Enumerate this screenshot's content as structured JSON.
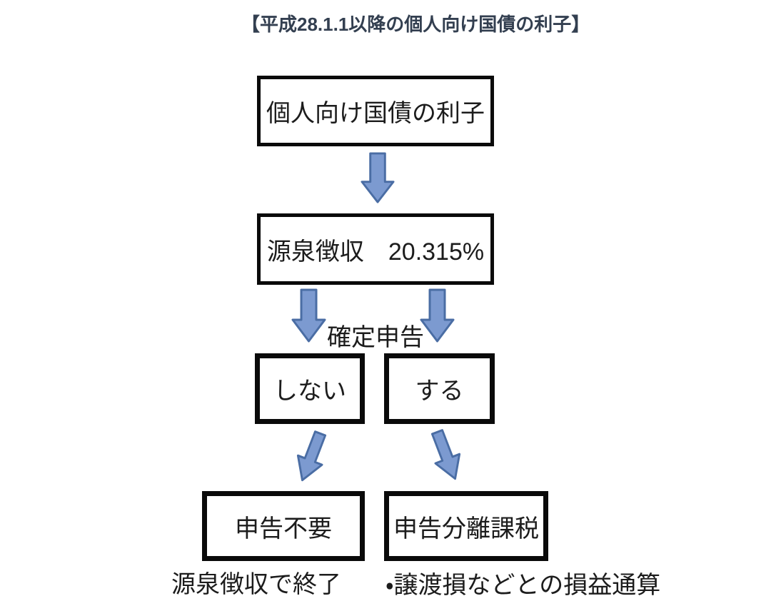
{
  "colors": {
    "title_color": "#333f50",
    "text_color": "#1c1c1c",
    "box_border": "#0a0a0a",
    "arrow_fill": "#7c9ad0",
    "arrow_stroke": "#4a6da4",
    "background": "#ffffff"
  },
  "title": "【平成28.1.1以降の個人向け国債の利子】",
  "flowchart": {
    "box_bond_interest": "個人向け国債の利子",
    "box_withholding": "源泉徴収　20.315%",
    "label_tax_return": "確定申告",
    "box_file_no": "しない",
    "box_file_yes": "する",
    "box_no_filing_required": "申告不要",
    "box_separate_taxation": "申告分離課税",
    "note_withholding_final": "源泉徴収で終了",
    "note_loss_offset": "・譲渡損などとの損益通算"
  }
}
